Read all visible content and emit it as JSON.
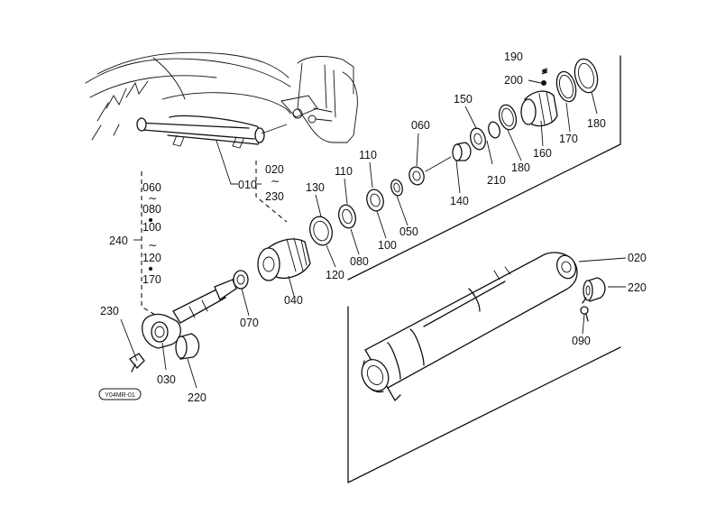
{
  "labels": {
    "p010": "010",
    "p020_top": "020",
    "tilde_a": "∼",
    "p230_top": "230",
    "p060_left": "060",
    "tilde_b": "∼",
    "p080_left": "080",
    "p100_left": "100",
    "p240": "240",
    "tilde_c": "∼",
    "p120_left": "120",
    "p170_left": "170",
    "p130": "130",
    "p110_a": "110",
    "p110_b": "110",
    "p060": "060",
    "p150": "150",
    "p190": "190",
    "p200": "200",
    "p180_a": "180",
    "p170": "170",
    "p160": "160",
    "p180_b": "180",
    "p210": "210",
    "p140": "140",
    "p050": "050",
    "p100": "100",
    "p080": "080",
    "p120": "120",
    "p040": "040",
    "p070": "070",
    "p230": "230",
    "p030": "030",
    "p220_a": "220",
    "p020": "020",
    "p220_b": "220",
    "p090": "090"
  },
  "ref_code": "Y04MR-01"
}
